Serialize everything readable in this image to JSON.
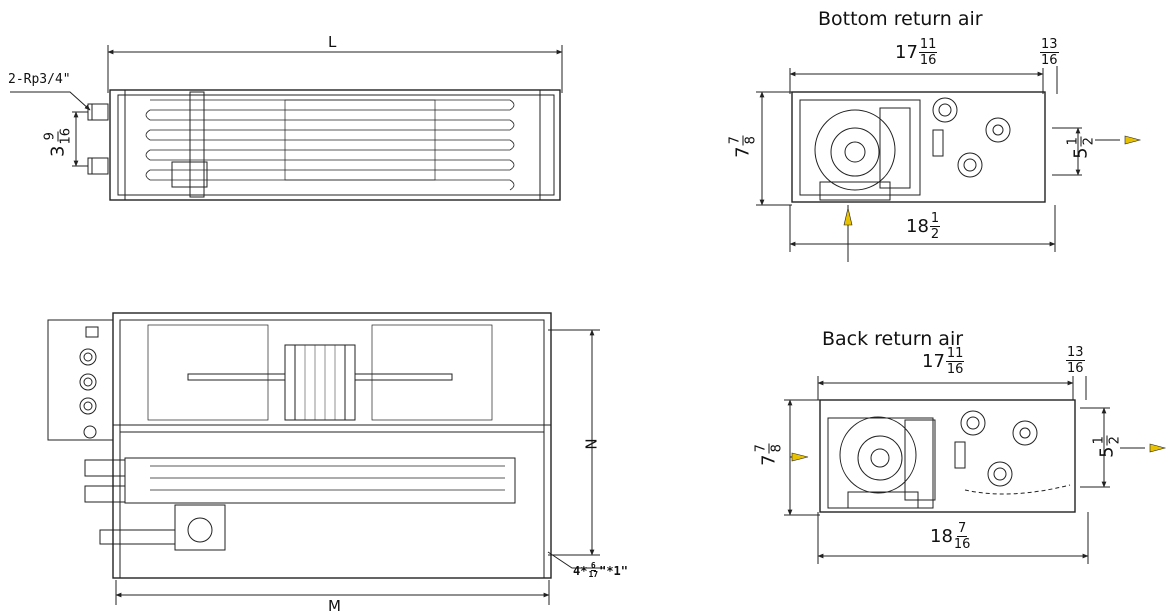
{
  "top_view": {
    "dim_length": "L",
    "pipe_callout": "2-Rp3/4\"",
    "pipe_spacing": {
      "whole": "3",
      "num": "9",
      "den": "16"
    }
  },
  "bottom_view": {
    "dim_width": "M",
    "dim_depth": "N",
    "mount_callout": {
      "prefix": "4*",
      "num": "6",
      "den": "17",
      "suffix": "\"*1\""
    }
  },
  "bottom_return": {
    "title": "Bottom return air",
    "top_width": {
      "whole": "17",
      "num": "11",
      "den": "16"
    },
    "side_offset": {
      "num": "13",
      "den": "16"
    },
    "height": {
      "whole": "7",
      "num": "7",
      "den": "8"
    },
    "outlet": {
      "whole": "5",
      "num": "1",
      "den": "2"
    },
    "bottom_width": {
      "whole": "18",
      "num": "1",
      "den": "2"
    }
  },
  "back_return": {
    "title": "Back return air",
    "top_width": {
      "whole": "17",
      "num": "11",
      "den": "16"
    },
    "side_offset": {
      "num": "13",
      "den": "16"
    },
    "height": {
      "whole": "7",
      "num": "7",
      "den": "8"
    },
    "outlet": {
      "whole": "5",
      "num": "1",
      "den": "2"
    },
    "bottom_width": {
      "whole": "18",
      "num": "7",
      "den": "16"
    }
  },
  "colors": {
    "line": "#222222",
    "arrow": "#e8c200"
  },
  "icons": [
    "airflow-arrow-icon",
    "pipe-connector-icon",
    "fan-blower-icon",
    "electrical-box-icon"
  ]
}
